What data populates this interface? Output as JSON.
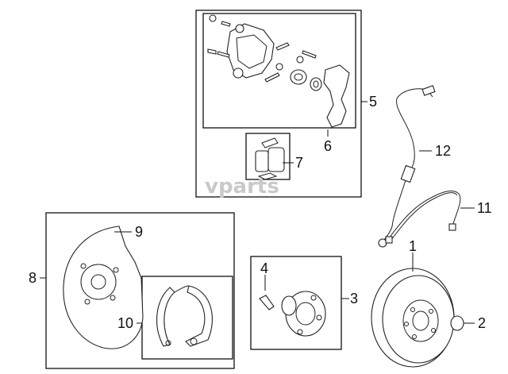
{
  "diagram": {
    "watermark": "vparts",
    "callouts": [
      {
        "id": "1",
        "text": "1"
      },
      {
        "id": "2",
        "text": "2"
      },
      {
        "id": "3",
        "text": "3"
      },
      {
        "id": "4",
        "text": "4"
      },
      {
        "id": "5",
        "text": "5"
      },
      {
        "id": "6",
        "text": "6"
      },
      {
        "id": "7",
        "text": "7"
      },
      {
        "id": "8",
        "text": "8"
      },
      {
        "id": "9",
        "text": "9"
      },
      {
        "id": "10",
        "text": "10"
      },
      {
        "id": "11",
        "text": "11"
      },
      {
        "id": "12",
        "text": "12"
      }
    ]
  }
}
